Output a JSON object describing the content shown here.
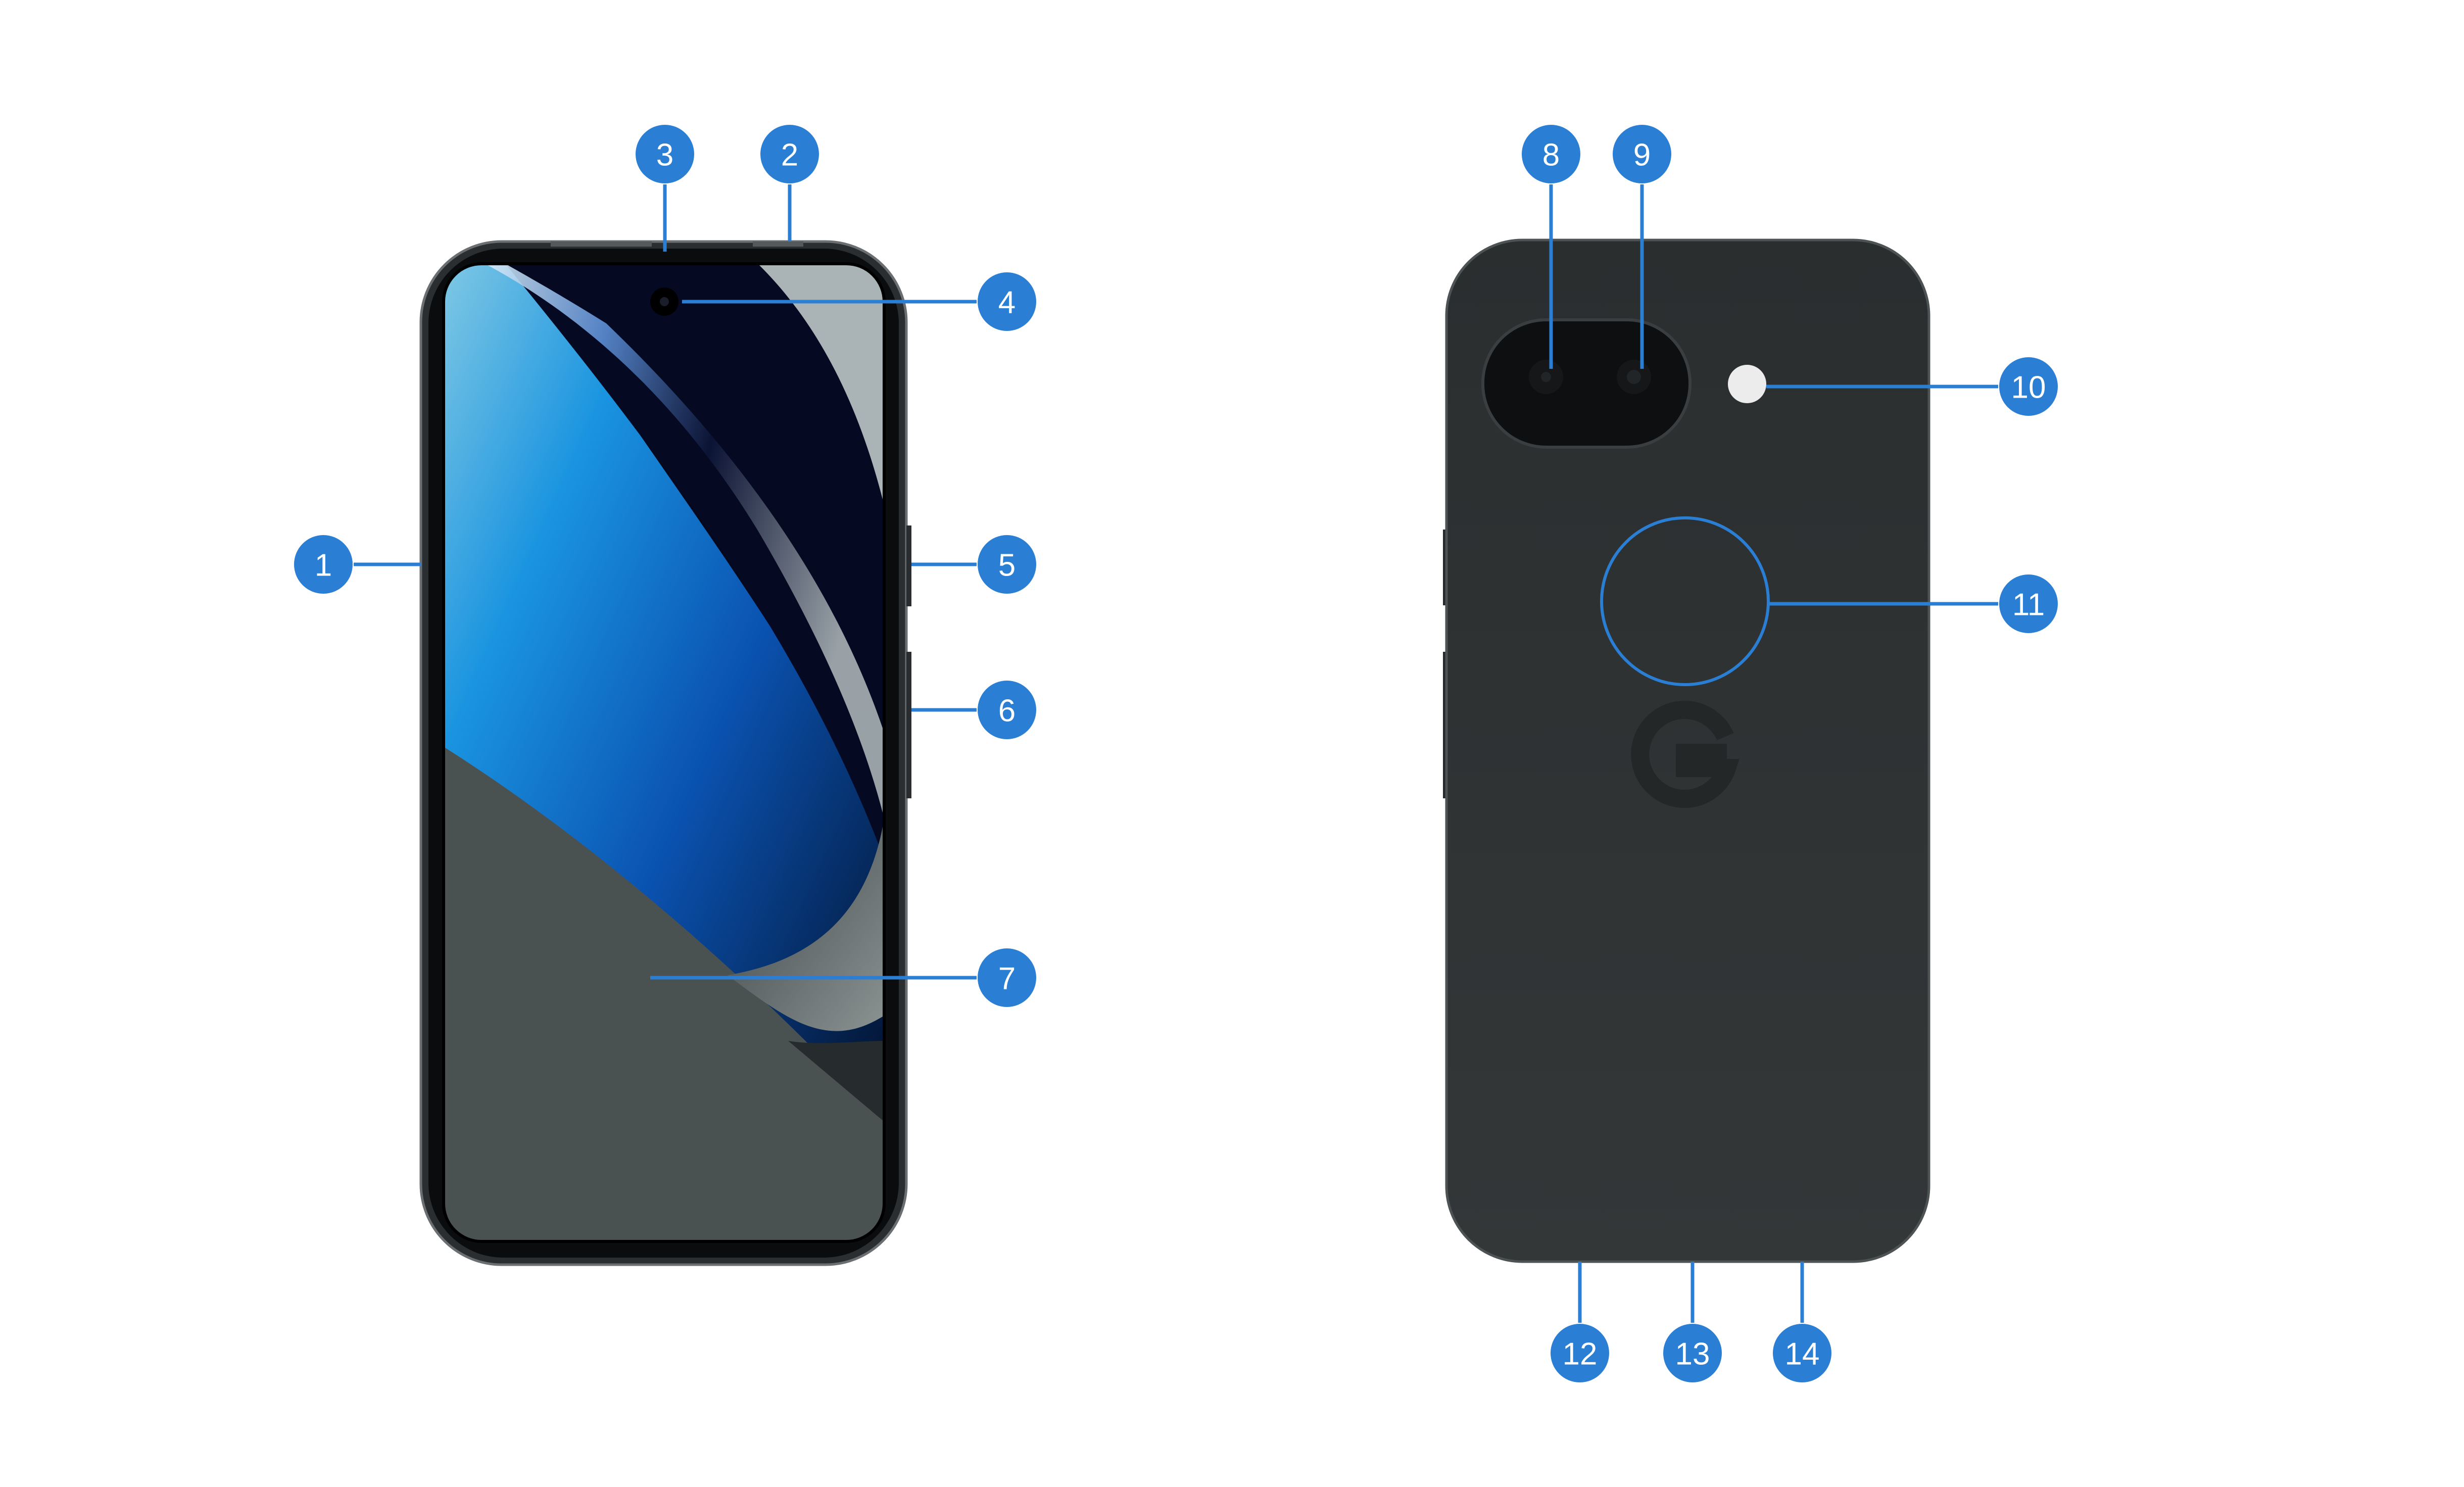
{
  "callouts": [
    {
      "id": "1"
    },
    {
      "id": "2"
    },
    {
      "id": "3"
    },
    {
      "id": "4"
    },
    {
      "id": "5"
    },
    {
      "id": "6"
    },
    {
      "id": "7"
    },
    {
      "id": "8"
    },
    {
      "id": "9"
    },
    {
      "id": "10"
    },
    {
      "id": "11"
    },
    {
      "id": "12"
    },
    {
      "id": "13"
    },
    {
      "id": "14"
    }
  ],
  "colors": {
    "callout": "#2a7fd4",
    "leader_line": "#2a7fd4",
    "phone_body": "#2e3233",
    "phone_frame": "#1b1d1e",
    "screen_dark": "#04081c",
    "screen_blue": "#0a6fd8",
    "screen_gray": "#4a5251",
    "flash": "#ececec"
  },
  "icons": {
    "front_camera": "camera-lens-icon",
    "rear_logo": "google-g-logo-icon"
  }
}
